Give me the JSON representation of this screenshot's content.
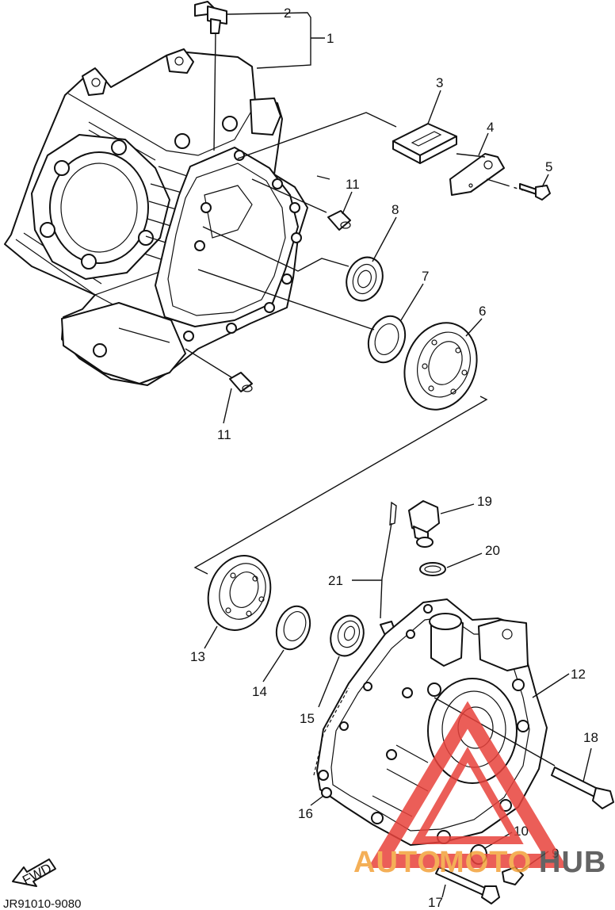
{
  "diagram": {
    "code": "JR91010-9080",
    "fwd_label": "FWD",
    "callouts": [
      "1",
      "2",
      "3",
      "4",
      "5",
      "6",
      "7",
      "8",
      "9",
      "10",
      "11",
      "11",
      "12",
      "13",
      "14",
      "15",
      "16",
      "17",
      "18",
      "19",
      "20",
      "21"
    ]
  },
  "watermark": {
    "text_left": "AUTO",
    "text_mid": "MOTO",
    "text_right": "HUB",
    "color_red": "#e8423c",
    "color_orange": "#f3a23a",
    "color_gray": "#4a4a4a"
  }
}
